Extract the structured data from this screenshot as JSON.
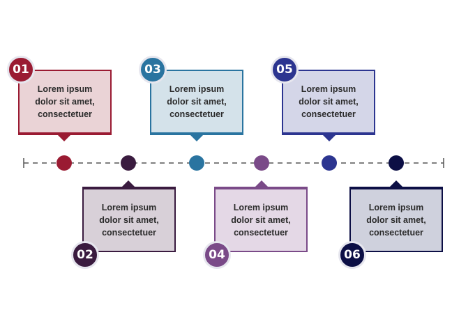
{
  "steps": [
    {
      "number": "01",
      "text": [
        "Lorem ipsum",
        "dolor sit amet,",
        "consectetuer"
      ],
      "position": "top",
      "color": "#9a1b32",
      "fill": "#ead3d6"
    },
    {
      "number": "02",
      "text": [
        "Lorem ipsum",
        "dolor sit amet,",
        "consectetuer"
      ],
      "position": "bottom",
      "color": "#3a1b3f",
      "fill": "#d8d0d8"
    },
    {
      "number": "03",
      "text": [
        "Lorem ipsum",
        "dolor sit amet,",
        "consectetuer"
      ],
      "position": "top",
      "color": "#2a74a0",
      "fill": "#d4e2ea"
    },
    {
      "number": "04",
      "text": [
        "Lorem ipsum",
        "dolor sit amet,",
        "consectetuer"
      ],
      "position": "bottom",
      "color": "#7a4a88",
      "fill": "#e4d8e6"
    },
    {
      "number": "05",
      "text": [
        "Lorem ipsum",
        "dolor sit amet,",
        "consectetuer"
      ],
      "position": "top",
      "color": "#2c3590",
      "fill": "#d4d6e8"
    },
    {
      "number": "06",
      "text": [
        "Lorem ipsum",
        "dolor sit amet,",
        "consectetuer"
      ],
      "position": "bottom",
      "color": "#0c0f45",
      "fill": "#cfd1dd"
    }
  ],
  "colors": {
    "line": "#555555",
    "badge_ring": "#e6e6ee"
  }
}
